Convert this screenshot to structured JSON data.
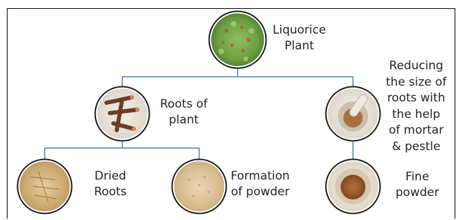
{
  "nodes": {
    "root": {
      "label_line1": "Liquorice",
      "label_line2": "Plant"
    },
    "roots": {
      "label_line1": "Roots of",
      "label_line2": "plant"
    },
    "reducing": {
      "label_lines": [
        "Reducing",
        "the size of",
        "roots with",
        "the help",
        "of mortar",
        "& pestle"
      ]
    },
    "dried": {
      "label_line1": "Dried",
      "label_line2": "Roots"
    },
    "formation": {
      "label_line1": "Formation",
      "label_line2": "of powder"
    },
    "fine": {
      "label_line1": "Fine",
      "label_line2": "powder"
    }
  },
  "colors": {
    "connector": "#4a7ebb",
    "border": "#000000"
  }
}
